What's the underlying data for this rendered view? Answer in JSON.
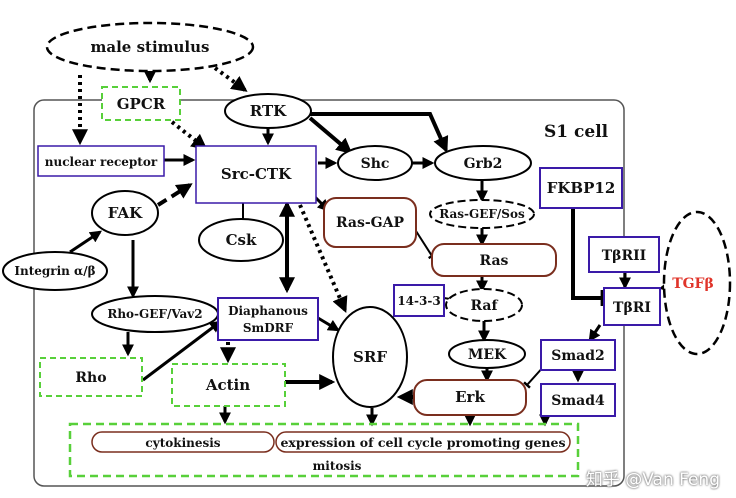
{
  "cell_label": "S1 cell",
  "nodes": {
    "male_stimulus": "male stimulus",
    "gpcr": "GPCR",
    "rtk": "RTK",
    "nuclear_receptor": "nuclear receptor",
    "src_ctk": "Src-CTK",
    "shc": "Shc",
    "grb2": "Grb2",
    "fkbp12": "FKBP12",
    "fak": "FAK",
    "csk": "Csk",
    "ras_gap": "Ras-GAP",
    "ras_gef_sos": "Ras-GEF/Sos",
    "ras": "Ras",
    "tbrii": "TβRII",
    "tgfb": "TGFβ",
    "integrin": "Integrin α/β",
    "tbri": "TβRI",
    "p1433": "14-3-3",
    "raf": "Raf",
    "rho_gef_vav2": "Rho-GEF/Vav2",
    "diaphanous_line1": "Diaphanous",
    "diaphanous_line2": "SmDRF",
    "srf": "SRF",
    "mek": "MEK",
    "smad2": "Smad2",
    "rho": "Rho",
    "actin": "Actin",
    "erk": "Erk",
    "smad4": "Smad4",
    "cytokinesis": "cytokinesis",
    "expression": "expression of cell cycle promoting genes",
    "mitosis": "mitosis"
  },
  "watermark": "知乎 @Van Feng",
  "colors": {
    "purple_box": "#3a1aa8",
    "green_dashed": "#58d03a",
    "brown_box": "#7a2e1e",
    "tgf_red": "#e0342a",
    "line": "#000000"
  }
}
